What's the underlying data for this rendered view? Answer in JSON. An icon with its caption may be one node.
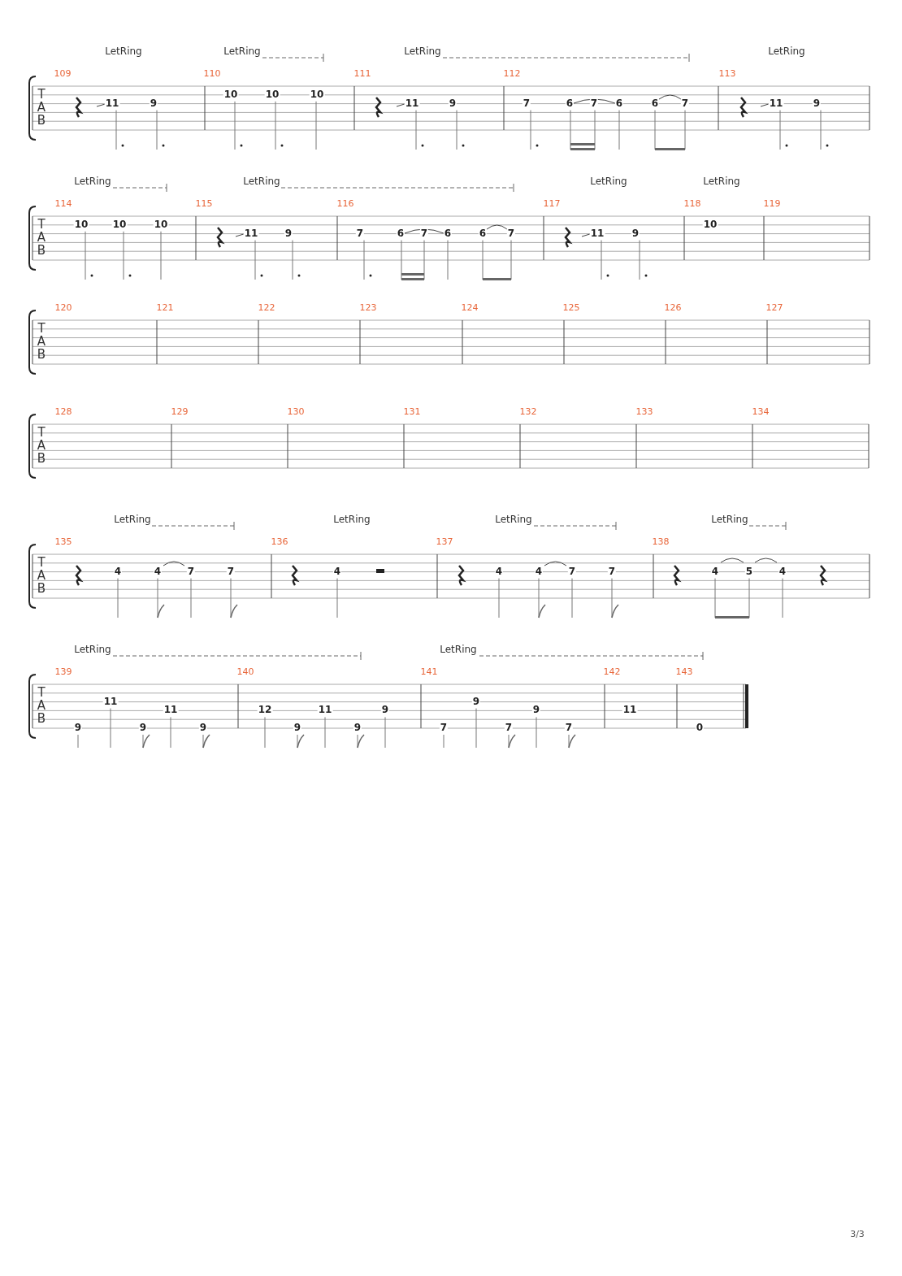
{
  "diagram": {
    "labels": [
      "LetRing",
      "LetRing",
      "LetRing",
      "LetRing",
      "109",
      "110",
      "111",
      "112",
      "113",
      "11",
      "9",
      "10",
      "10",
      "10",
      "11",
      "9",
      "7",
      "6",
      "7",
      "6",
      "6",
      "7",
      "11",
      "9",
      "T",
      "A",
      "B",
      "LetRing",
      "LetRing",
      "LetRing",
      "LetRing",
      "114",
      "115",
      "116",
      "117",
      "118",
      "119",
      "10",
      "10",
      "10",
      "11",
      "9",
      "7",
      "6",
      "7",
      "6",
      "6",
      "7",
      "11",
      "9",
      "10",
      "T",
      "A",
      "B",
      "120",
      "121",
      "122",
      "123",
      "124",
      "125",
      "126",
      "127",
      "T",
      "A",
      "B",
      "128",
      "129",
      "130",
      "131",
      "132",
      "133",
      "134",
      "T",
      "A",
      "B",
      "LetRing",
      "LetRing",
      "LetRing",
      "LetRing",
      "135",
      "136",
      "137",
      "138",
      "4",
      "4",
      "7",
      "7",
      "4",
      "4",
      "4",
      "7",
      "7",
      "4",
      "5",
      "4",
      "T",
      "A",
      "B",
      "LetRing",
      "LetRing",
      "139",
      "140",
      "141",
      "142",
      "143",
      "9",
      "11",
      "9",
      "11",
      "9",
      "12",
      "9",
      "11",
      "9",
      "9",
      "7",
      "9",
      "7",
      "9",
      "7",
      "11",
      "0",
      "T",
      "A",
      "B",
      "3/3"
    ]
  }
}
